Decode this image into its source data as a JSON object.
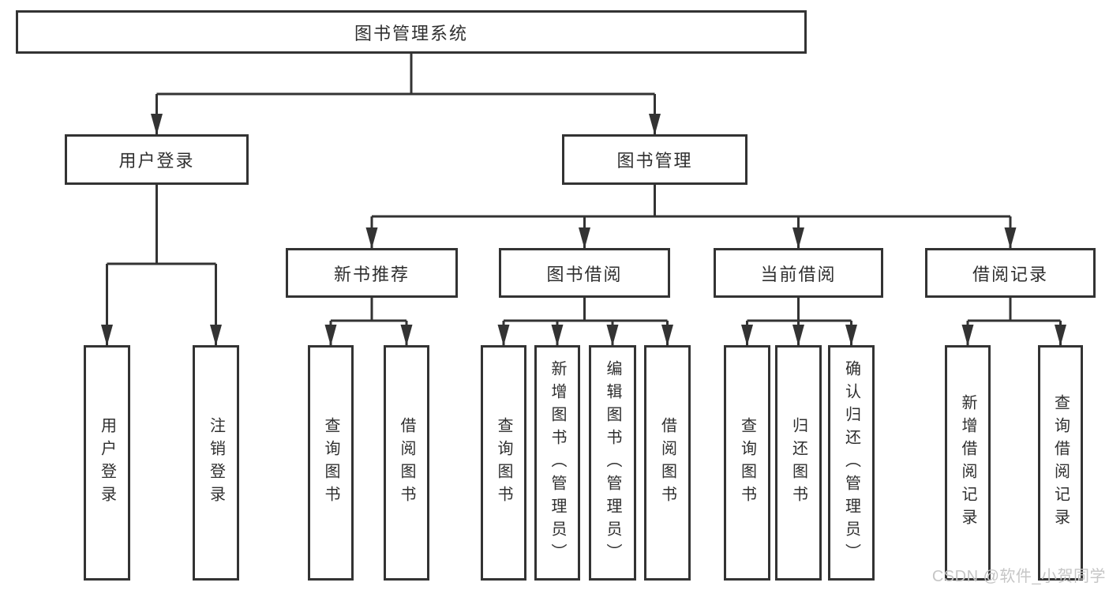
{
  "title": "图书管理系统",
  "colors": {
    "background": "#ffffff",
    "line": "#333333",
    "box_fill": "#ffffff",
    "text": "#2f2f2f",
    "watermark_text": "#c6c6c6"
  },
  "watermark": {
    "text": "CSDN @软件_小贺同学"
  },
  "nodes": {
    "root": {
      "label": "图书管理系统"
    },
    "user_login": {
      "label": "用户登录",
      "parent": "root"
    },
    "book_mgmt": {
      "label": "图书管理",
      "parent": "root"
    },
    "leaf_user_login": {
      "label": "用户登录",
      "parent": "user_login"
    },
    "leaf_logout": {
      "label": "注销登录",
      "parent": "user_login"
    },
    "new_book_rec": {
      "label": "新书推荐",
      "parent": "book_mgmt"
    },
    "book_borrow": {
      "label": "图书借阅",
      "parent": "book_mgmt"
    },
    "current_borrow": {
      "label": "当前借阅",
      "parent": "book_mgmt"
    },
    "borrow_record": {
      "label": "借阅记录",
      "parent": "book_mgmt"
    },
    "leaf_query_book_rec": {
      "label": "查询图书",
      "parent": "new_book_rec"
    },
    "leaf_borrow_book_rec": {
      "label": "借阅图书",
      "parent": "new_book_rec"
    },
    "leaf_query_book_borrow": {
      "label": "查询图书",
      "parent": "book_borrow"
    },
    "leaf_add_book": {
      "label": "新增图书（管理员）",
      "parent": "book_borrow"
    },
    "leaf_edit_book": {
      "label": "编辑图书（管理员）",
      "parent": "book_borrow"
    },
    "leaf_borrow_book": {
      "label": "借阅图书",
      "parent": "book_borrow"
    },
    "leaf_query_book_current": {
      "label": "查询图书",
      "parent": "current_borrow"
    },
    "leaf_return_book": {
      "label": "归还图书",
      "parent": "current_borrow"
    },
    "leaf_confirm_return": {
      "label": "确认归还（管理员）",
      "parent": "current_borrow"
    },
    "leaf_add_record": {
      "label": "新增借阅记录",
      "parent": "borrow_record"
    },
    "leaf_query_record": {
      "label": "查询借阅记录",
      "parent": "borrow_record"
    }
  }
}
